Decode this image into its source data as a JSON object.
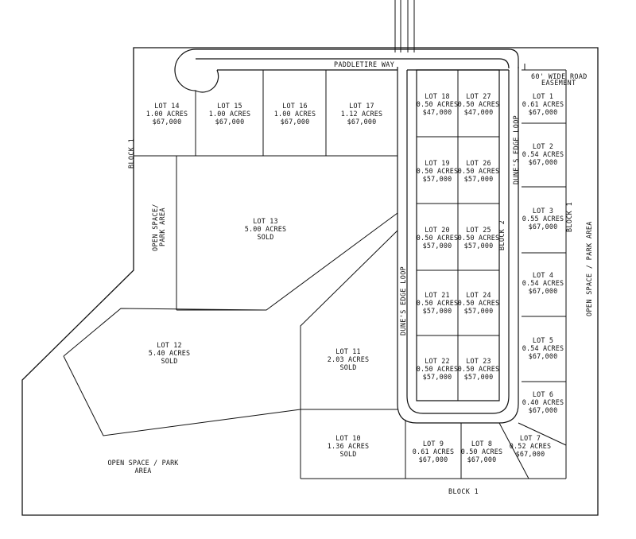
{
  "roads": {
    "paddletire_way": "PADDLETIRE WAY",
    "dunes_edge_loop_left": "DUNE'S EDGE LOOP",
    "dunes_edge_loop_right": "DUNE'S EDGE LOOP",
    "easement_line1": "60' WIDE ROAD",
    "easement_line2": "EASEMENT"
  },
  "blocks": {
    "block1_left": "BLOCK 1",
    "block1_right": "BLOCK 1",
    "block1_bottom": "BLOCK 1",
    "block2": "BLOCK 2"
  },
  "open_space": {
    "left_line1": "OPEN SPACE/",
    "left_line2": "PARK AREA",
    "right": "OPEN SPACE / PARK AREA",
    "bottom_line1": "OPEN SPACE / PARK",
    "bottom_line2": "AREA"
  },
  "lots": [
    {
      "lot": "LOT 1",
      "acres": "0.61 ACRES",
      "status": "$67,000"
    },
    {
      "lot": "LOT 2",
      "acres": "0.54 ACRES",
      "status": "$67,000"
    },
    {
      "lot": "LOT 3",
      "acres": "0.55 ACRES",
      "status": "$67,000"
    },
    {
      "lot": "LOT 4",
      "acres": "0.54 ACRES",
      "status": "$67,000"
    },
    {
      "lot": "LOT 5",
      "acres": "0.54 ACRES",
      "status": "$67,000"
    },
    {
      "lot": "LOT 6",
      "acres": "0.40 ACRES",
      "status": "$67,000"
    },
    {
      "lot": "LOT 7",
      "acres": "0.52 ACRES",
      "status": "$67,000"
    },
    {
      "lot": "LOT 8",
      "acres": "0.50 ACRES",
      "status": "$67,000"
    },
    {
      "lot": "LOT 9",
      "acres": "0.61 ACRES",
      "status": "$67,000"
    },
    {
      "lot": "LOT 10",
      "acres": "1.36 ACRES",
      "status": "SOLD"
    },
    {
      "lot": "LOT 11",
      "acres": "2.03 ACRES",
      "status": "SOLD"
    },
    {
      "lot": "LOT 12",
      "acres": "5.40 ACRES",
      "status": "SOLD"
    },
    {
      "lot": "LOT 13",
      "acres": "5.00 ACRES",
      "status": "SOLD"
    },
    {
      "lot": "LOT 14",
      "acres": "1.00 ACRES",
      "status": "$67,000"
    },
    {
      "lot": "LOT 15",
      "acres": "1.00 ACRES",
      "status": "$67,000"
    },
    {
      "lot": "LOT 16",
      "acres": "1.00 ACRES",
      "status": "$67,000"
    },
    {
      "lot": "LOT 17",
      "acres": "1.12 ACRES",
      "status": "$67,000"
    },
    {
      "lot": "LOT 18",
      "acres": "0.50 ACRES",
      "status": "$47,000"
    },
    {
      "lot": "LOT 19",
      "acres": "0.50 ACRES",
      "status": "$57,000"
    },
    {
      "lot": "LOT 20",
      "acres": "0.50 ACRES",
      "status": "$57,000"
    },
    {
      "lot": "LOT 21",
      "acres": "0.50 ACRES",
      "status": "$57,000"
    },
    {
      "lot": "LOT 22",
      "acres": "0.50 ACRES",
      "status": "$57,000"
    },
    {
      "lot": "LOT 23",
      "acres": "0.50 ACRES",
      "status": "$57,000"
    },
    {
      "lot": "LOT 24",
      "acres": "0.50 ACRES",
      "status": "$57,000"
    },
    {
      "lot": "LOT 25",
      "acres": "0.50 ACRES",
      "status": "$57,000"
    },
    {
      "lot": "LOT 26",
      "acres": "0.50 ACRES",
      "status": "$57,000"
    },
    {
      "lot": "LOT 27",
      "acres": "0.50 ACRES",
      "status": "$47,000"
    }
  ]
}
